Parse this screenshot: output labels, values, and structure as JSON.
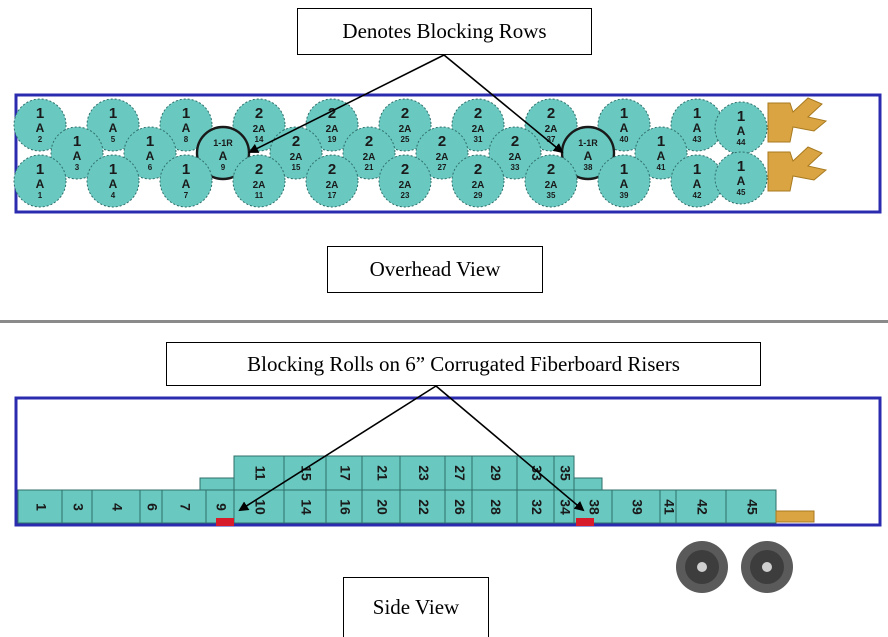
{
  "labels": {
    "top_callout": "Denotes Blocking Rows",
    "overhead": "Overhead View",
    "side_callout": "Blocking Rolls on 6” Corrugated Fiberboard Risers",
    "side_view": "Side View"
  },
  "colors": {
    "roll": "#69c9c1",
    "roll_stroke": "#2f6e6a",
    "trailer_outline": "#2b2bb0",
    "riser": "#d81b2a",
    "bracket": "#d9a441",
    "wheel": "#555555"
  },
  "overhead": {
    "rolls": [
      {
        "top": "1",
        "mid": "A",
        "num": "2"
      },
      {
        "top": "1",
        "mid": "A",
        "num": "5"
      },
      {
        "top": "1",
        "mid": "A",
        "num": "8"
      },
      {
        "top": "2",
        "mid": "2A",
        "num": "14"
      },
      {
        "top": "2",
        "mid": "2A",
        "num": "19"
      },
      {
        "top": "2",
        "mid": "2A",
        "num": "25"
      },
      {
        "top": "2",
        "mid": "2A",
        "num": "31"
      },
      {
        "top": "2",
        "mid": "2A",
        "num": "37"
      },
      {
        "top": "1",
        "mid": "A",
        "num": "40"
      },
      {
        "top": "1",
        "mid": "A",
        "num": "43"
      },
      {
        "top": "1",
        "mid": "A",
        "num": "3"
      },
      {
        "top": "1",
        "mid": "A",
        "num": "6"
      },
      {
        "top": "1-1R",
        "mid": "A",
        "num": "9"
      },
      {
        "top": "2",
        "mid": "2A",
        "num": "15"
      },
      {
        "top": "2",
        "mid": "2A",
        "num": "21"
      },
      {
        "top": "2",
        "mid": "2A",
        "num": "27"
      },
      {
        "top": "2",
        "mid": "2A",
        "num": "33"
      },
      {
        "top": "1-1R",
        "mid": "A",
        "num": "38"
      },
      {
        "top": "1",
        "mid": "A",
        "num": "41"
      },
      {
        "top": "1",
        "mid": "A",
        "num": "1"
      },
      {
        "top": "1",
        "mid": "A",
        "num": "4"
      },
      {
        "top": "1",
        "mid": "A",
        "num": "7"
      },
      {
        "top": "2",
        "mid": "2A",
        "num": "11"
      },
      {
        "top": "2",
        "mid": "2A",
        "num": "17"
      },
      {
        "top": "2",
        "mid": "2A",
        "num": "23"
      },
      {
        "top": "2",
        "mid": "2A",
        "num": "29"
      },
      {
        "top": "2",
        "mid": "2A",
        "num": "35"
      },
      {
        "top": "1",
        "mid": "A",
        "num": "39"
      },
      {
        "top": "1",
        "mid": "A",
        "num": "42"
      },
      {
        "top": "1",
        "mid": "A",
        "num": "44"
      },
      {
        "top": "1",
        "mid": "A",
        "num": "45"
      }
    ]
  },
  "side": {
    "bottom_rolls": [
      "1",
      "3",
      "4",
      "6",
      "7",
      "9",
      "10",
      "14",
      "16",
      "20",
      "22",
      "26",
      "28",
      "32",
      "34",
      "38",
      "39",
      "41",
      "42",
      "45"
    ],
    "top_rolls": [
      "11",
      "15",
      "17",
      "21",
      "23",
      "27",
      "29",
      "33",
      "35"
    ]
  }
}
